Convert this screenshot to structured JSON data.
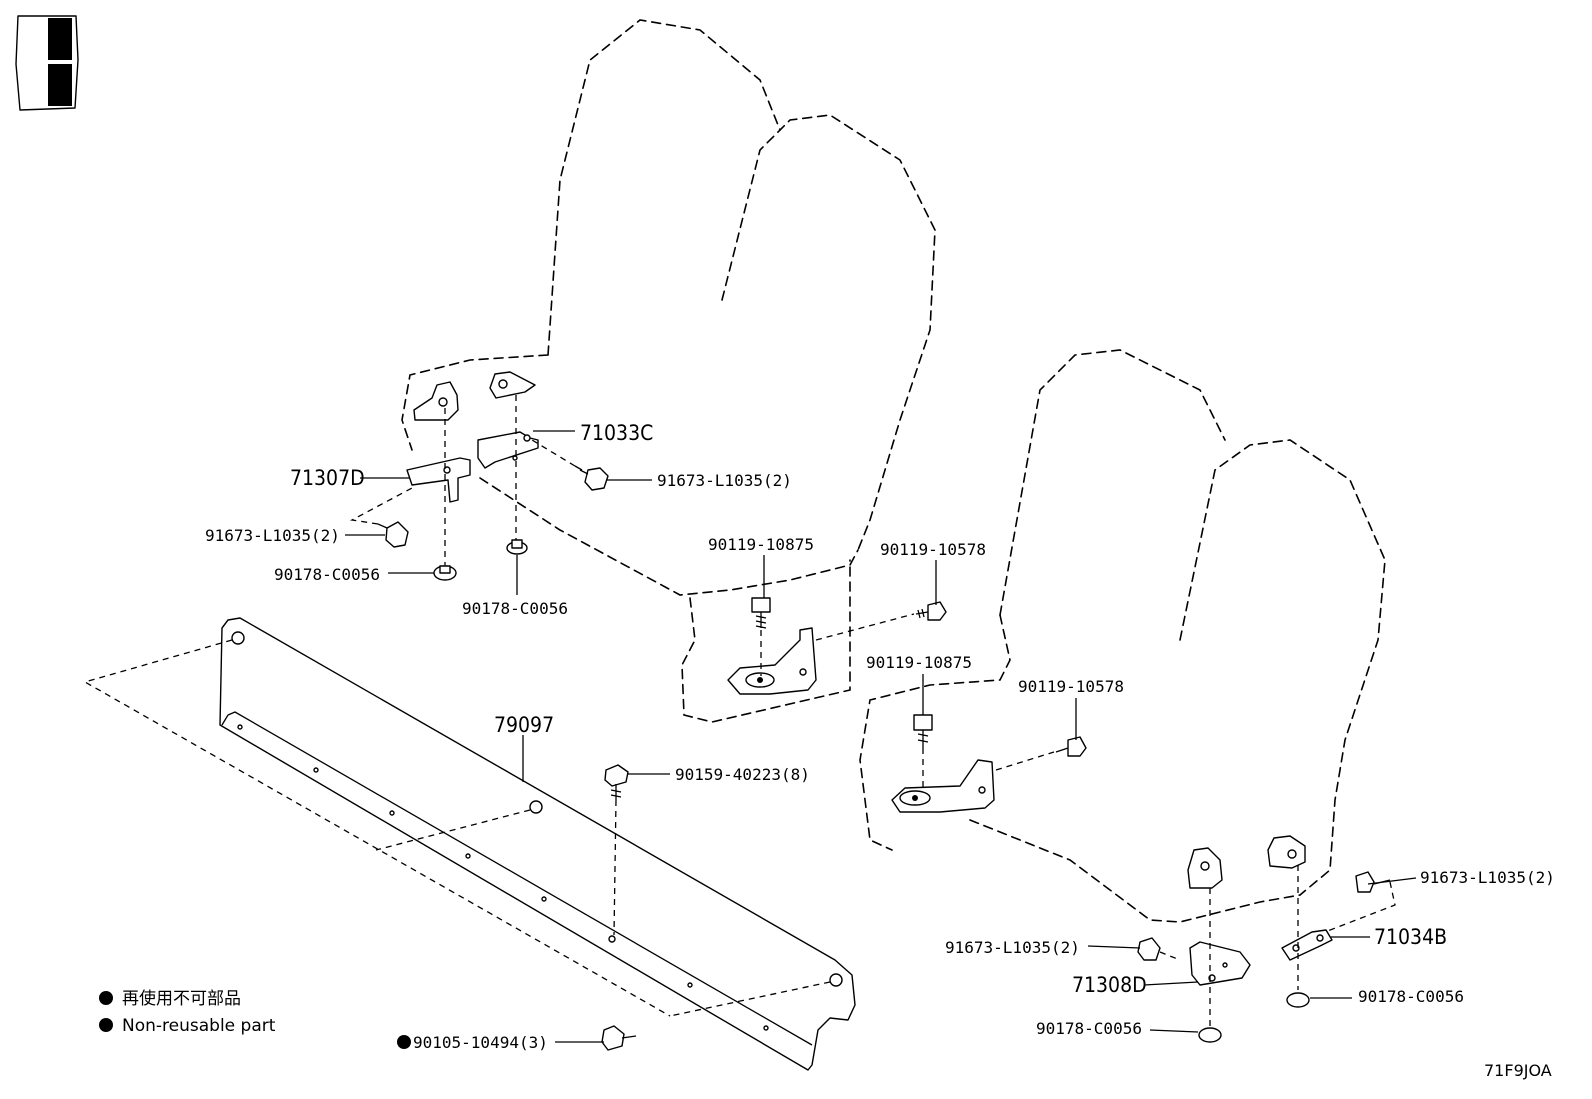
{
  "legend": {
    "line1": "再使用不可部品",
    "line2": "Non-reusable part"
  },
  "diagram_code": "71F9JOA",
  "labels": {
    "p71033C": "71033C",
    "p71307D": "71307D",
    "p91673_left_a": "91673-L1035(2)",
    "p91673_left_b": "91673-L1035(2)",
    "p90178_left_a": "90178-C0056",
    "p90178_left_b": "90178-C0056",
    "p90119_10875_a": "90119-10875",
    "p90119_10578_a": "90119-10578",
    "p90119_10875_b": "90119-10875",
    "p90119_10578_b": "90119-10578",
    "p79097": "79097",
    "p90159": "90159-40223(8)",
    "p90105": "90105-10494(3)",
    "p91673_right_a": "91673-L1035(2)",
    "p91673_right_b": "91673-L1035(2)",
    "p71034B": "71034B",
    "p71308D": "71308D",
    "p90178_right_a": "90178-C0056",
    "p90178_right_b": "90178-C0056"
  },
  "colors": {
    "ink": "#000000",
    "paper": "#ffffff"
  }
}
